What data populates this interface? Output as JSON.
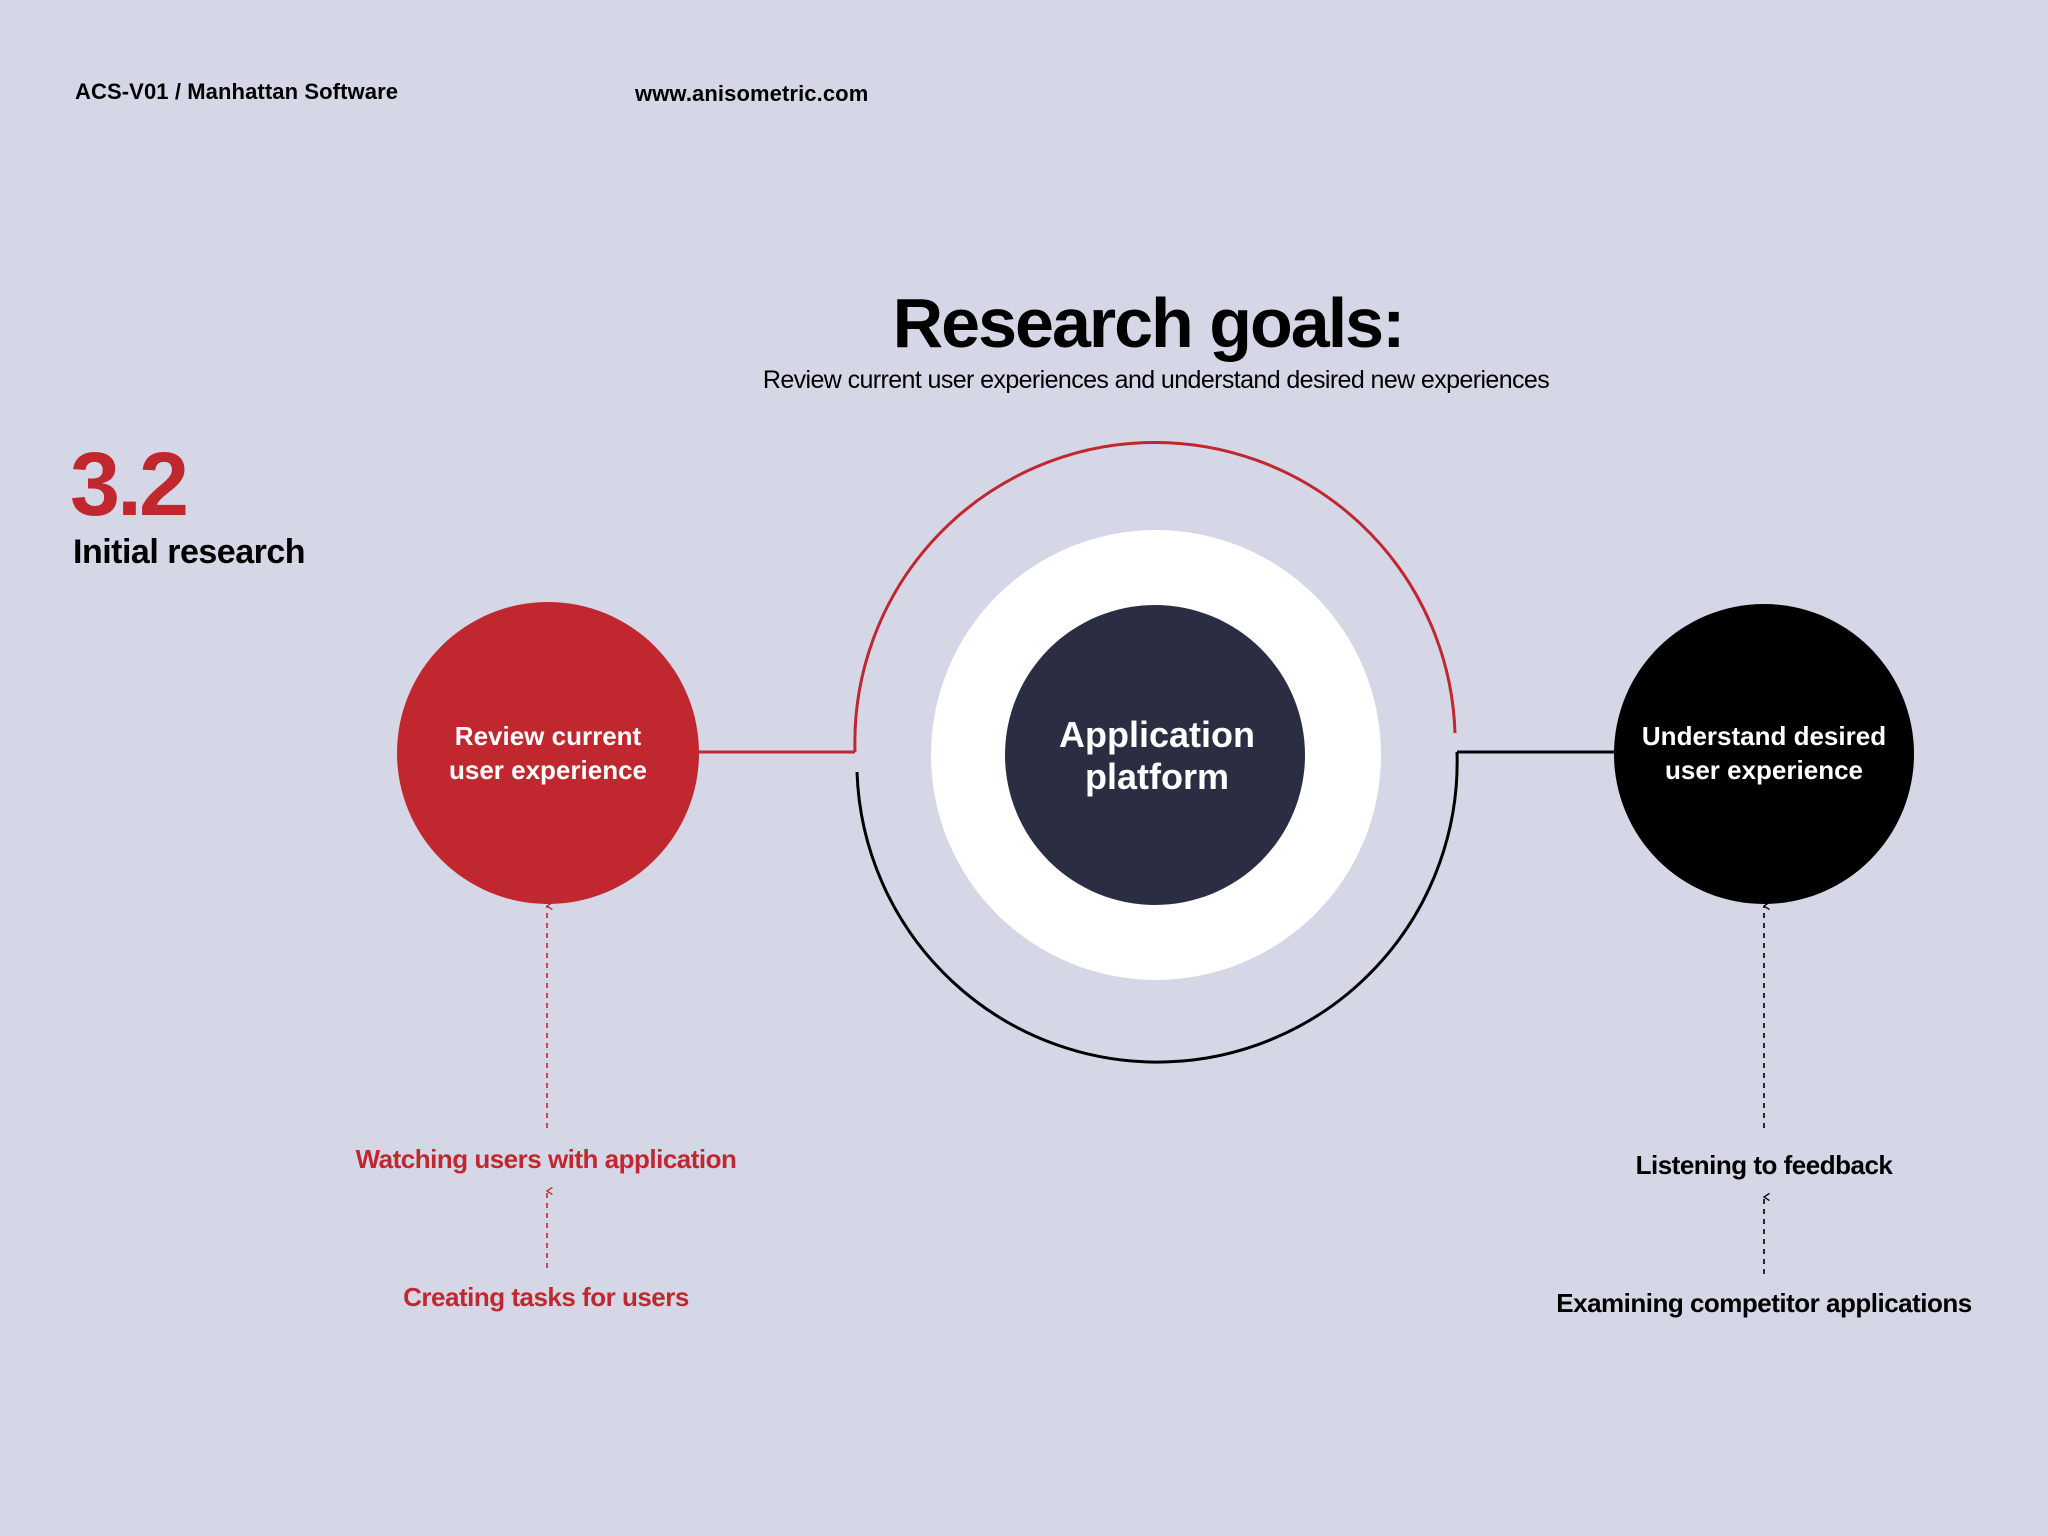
{
  "header": {
    "doc_id": "ACS-V01 / Manhattan Software",
    "url": "www.anisometric.com"
  },
  "title": "Research goals:",
  "subtitle": "Review current user experiences and understand desired new experiences",
  "section": {
    "number": "3.2",
    "title": "Initial research"
  },
  "diagram": {
    "left_node": {
      "line1": "Review current",
      "line2": "user experience"
    },
    "center_node": {
      "line1": "Application",
      "line2": "platform"
    },
    "right_node": {
      "line1": "Understand desired",
      "line2": "user experience"
    },
    "left_steps": [
      "Watching users with application",
      "Creating tasks for users"
    ],
    "right_steps": [
      "Listening to feedback",
      "Examining competitor applications"
    ]
  },
  "colors": {
    "background": "#d6d7e6",
    "accent_red": "#c1272f",
    "navy": "#2b2e42",
    "black": "#000000",
    "white": "#ffffff"
  }
}
